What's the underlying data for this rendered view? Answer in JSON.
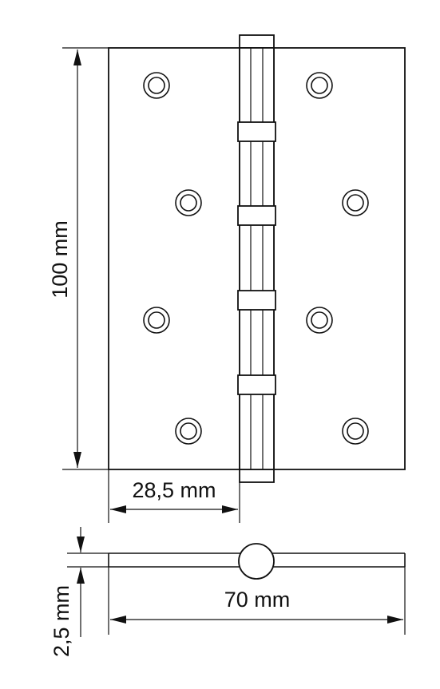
{
  "dimensions": {
    "height": "100 mm",
    "leaf_width": "28,5 mm",
    "thickness": "2,5 mm",
    "total_width": "70 mm"
  },
  "colors": {
    "line": "#111111",
    "background": "#ffffff"
  }
}
